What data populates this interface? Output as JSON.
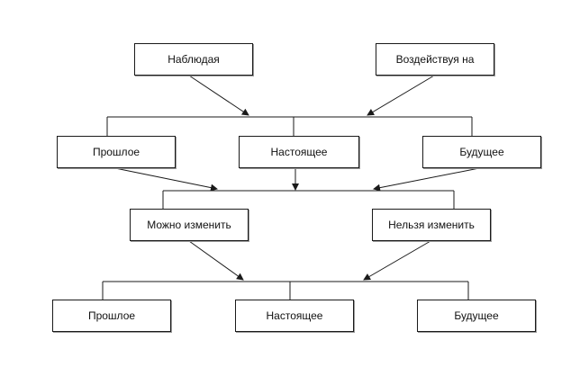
{
  "diagram": {
    "row1": {
      "observing": "Наблюдая",
      "influencing": "Воздействуя на"
    },
    "row2": {
      "past": "Прошлое",
      "present": "Настоящее",
      "future": "Будущее"
    },
    "row3": {
      "can_change": "Можно изменить",
      "cannot_change": "Нельзя изменить"
    },
    "row4": {
      "past": "Прошлое",
      "present": "Настоящее",
      "future": "Будущее"
    }
  },
  "colors": {
    "line": "#1a1a1a",
    "box_border": "#1a1a1a",
    "background": "#ffffff"
  }
}
